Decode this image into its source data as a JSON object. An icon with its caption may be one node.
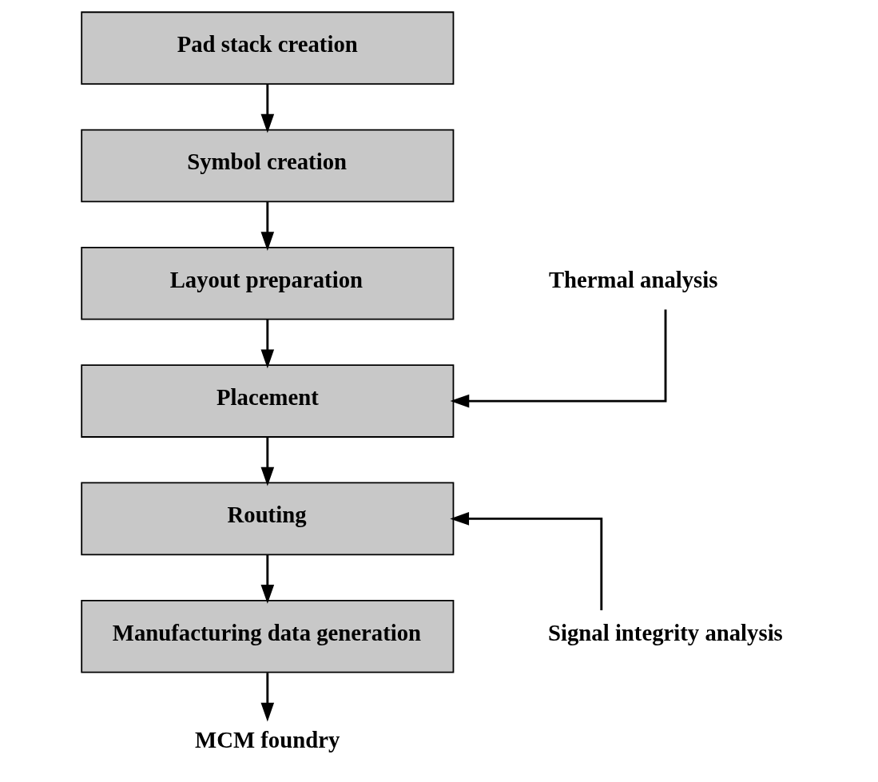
{
  "diagram": {
    "nodes": [
      {
        "text": [
          "Pad stack creation"
        ]
      },
      {
        "text": [
          "Symbol creation"
        ]
      },
      {
        "text": [
          "Layout preparation"
        ]
      },
      {
        "text": [
          "Placement"
        ]
      },
      {
        "text": [
          "Routing"
        ]
      },
      {
        "text": [
          "Manufacturing data generation"
        ]
      },
      {
        "text": [
          "MCM foundry"
        ]
      },
      {
        "text": [
          "Thermal analysis"
        ]
      },
      {
        "text": [
          "Signal integrity analysis"
        ]
      }
    ],
    "edges": [
      {
        "from": 0,
        "to": 1,
        "arrow": "to"
      },
      {
        "from": 1,
        "to": 2,
        "arrow": "to"
      },
      {
        "from": 2,
        "to": 3,
        "arrow": "to"
      },
      {
        "from": 3,
        "to": 4,
        "arrow": "to"
      },
      {
        "from": 4,
        "to": 5,
        "arrow": "to"
      },
      {
        "from": 5,
        "to": 6,
        "arrow": "to"
      },
      {
        "from": 7,
        "to": 3,
        "arrow": "to"
      },
      {
        "from": 8,
        "to": 4,
        "arrow": "to"
      }
    ]
  }
}
